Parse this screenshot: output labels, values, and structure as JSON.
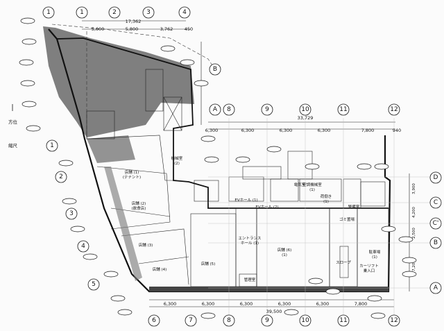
{
  "grid_top": [
    "1",
    "2",
    "3",
    "4"
  ],
  "grid_top_dims": [
    "5,600",
    "5,800",
    "3,762",
    "450"
  ],
  "grid_top_total": "17,362",
  "grid_right_cols": [
    "A",
    "8",
    "9",
    "10",
    "11",
    "12"
  ],
  "grid_right_dims": [
    "6,300",
    "6,300",
    "6,300",
    "6,300",
    "7,800",
    "940"
  ],
  "grid_right_total": "33,729",
  "grid_bottom": [
    "6",
    "7",
    "8",
    "9",
    "10",
    "11",
    "12"
  ],
  "grid_bottom_dims": [
    "6,300",
    "6,300",
    "6,300",
    "6,300",
    "6,300",
    "7,800"
  ],
  "grid_bottom_total": "39,500",
  "grid_right_rows": [
    "D",
    "C",
    "C'",
    "B",
    "A"
  ],
  "grid_left_rows": [
    "1",
    "2",
    "3",
    "4",
    "5"
  ],
  "grid_diag_top": [
    "B"
  ],
  "side_dims": [
    "3,900",
    "4,200",
    "2,500",
    "7,200"
  ],
  "rooms": {
    "r1": "店舗 (1)\n(テナント)",
    "r2": "店舗 (2)\n(飲食店)",
    "r3": "店舗 (3)",
    "r4": "店舗 (4)",
    "r5": "店舗 (5)",
    "r6": "店舗 (6)\n(1)",
    "ev_hall": "EVホール (1)",
    "ev_hall2": "EVホール (2)",
    "entrance": "エントランス\nホール (1)",
    "mgmt": "管理室",
    "elec": "電気室",
    "shaft": "空調機械室\n(1)",
    "loading": "荷捌き\n(1)",
    "parking": "駐車場\n(1)",
    "cargo": "カーリフト\n乗入口",
    "trash": "ゴミ置場",
    "mech": "機械室\n(2)",
    "ramp": "スロープ",
    "guard": "警備室"
  },
  "labels": {
    "north": "方位",
    "scale": "縮尺"
  }
}
